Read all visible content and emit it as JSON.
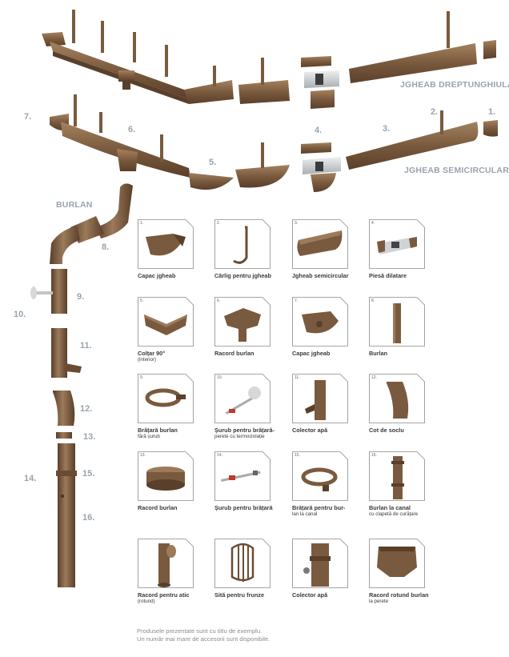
{
  "systems": {
    "rectangular_label": "JGHEAB DREPTUNGHIULAR",
    "semicircular_label": "JGHEAB SEMICIRCULAR",
    "downpipe_label": "BURLAN"
  },
  "callouts": [
    "1.",
    "2.",
    "3.",
    "4.",
    "5.",
    "6.",
    "7.",
    "8.",
    "9.",
    "10.",
    "11.",
    "12.",
    "13.",
    "14.",
    "15.",
    "16."
  ],
  "catalog": [
    {
      "num": "1.",
      "title": "Capac jgheab",
      "sub": ""
    },
    {
      "num": "2.",
      "title": "Cârlig pentru jgheab",
      "sub": ""
    },
    {
      "num": "3.",
      "title": "Jgheab semicircular",
      "sub": ""
    },
    {
      "num": "4.",
      "title": "Piesă dilatare",
      "sub": ""
    },
    {
      "num": "5.",
      "title": "Colțar 90°",
      "sub": "(interior)"
    },
    {
      "num": "6.",
      "title": "Racord burlan",
      "sub": ""
    },
    {
      "num": "7.",
      "title": "Capac jgheab",
      "sub": ""
    },
    {
      "num": "8.",
      "title": "Burlan",
      "sub": ""
    },
    {
      "num": "9.",
      "title": "Brățară burlan",
      "sub": "fără șurub"
    },
    {
      "num": "10.",
      "title": "Șurub pentru brățară-",
      "sub": "perete cu termoizolație"
    },
    {
      "num": "11.",
      "title": "Colector apă",
      "sub": ""
    },
    {
      "num": "12.",
      "title": "Cot de soclu",
      "sub": ""
    },
    {
      "num": "13.",
      "title": "Racord burlan",
      "sub": ""
    },
    {
      "num": "14.",
      "title": "Șurub pentru brățară",
      "sub": ""
    },
    {
      "num": "15.",
      "title": "Brățară pentru bur-",
      "sub": "lan la canal"
    },
    {
      "num": "16.",
      "title": "Burlan la canal",
      "sub": "cu clapetă de curățare"
    },
    {
      "num": "",
      "title": "Racord pentru atic",
      "sub": "(rotund)"
    },
    {
      "num": "",
      "title": "Sită pentru frunze",
      "sub": ""
    },
    {
      "num": "",
      "title": "Colector apă",
      "sub": ""
    },
    {
      "num": "",
      "title": "Racord rotund burlan",
      "sub": "la perete"
    }
  ],
  "footnote": {
    "line1": "Produsele prezentate sunt cu titlu de exemplu.",
    "line2": "Un număr mai mare de accesorii sunt disponibile."
  },
  "colors": {
    "brown": "#7a5a3e",
    "brown_dark": "#5a3f2a",
    "brown_light": "#9c7a5a",
    "label_grey": "#9aa3ad",
    "silver": "#cfd3d6"
  }
}
